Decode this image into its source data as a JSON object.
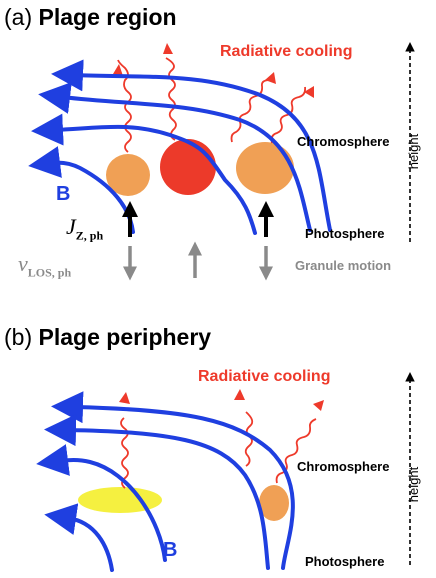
{
  "panel_a": {
    "prefix": "(a)",
    "title": "Plage region",
    "radiative_cooling": "Radiative cooling",
    "chromosphere": "Chromosphere",
    "photosphere": "Photosphere",
    "granule_motion": "Granule motion",
    "b_label": "B",
    "jz_symbol": "J",
    "jz_sub": "Z, ph",
    "vlos_symbol": "v",
    "vlos_sub": "LOS, ph",
    "height": "height"
  },
  "panel_b": {
    "prefix": "(b)",
    "title": "Plage periphery",
    "radiative_cooling": "Radiative cooling",
    "chromosphere": "Chromosphere",
    "photosphere": "Photosphere",
    "b_label": "B",
    "height": "height"
  },
  "colors": {
    "field_line": "#1f3fe0",
    "cooling_wave": "#ee3a2b",
    "hot_spot": "#ec3a2a",
    "warm_spot": "#f0a055",
    "yellow_spot": "#f5f040",
    "granule_arrow": "#8a8a8a"
  }
}
